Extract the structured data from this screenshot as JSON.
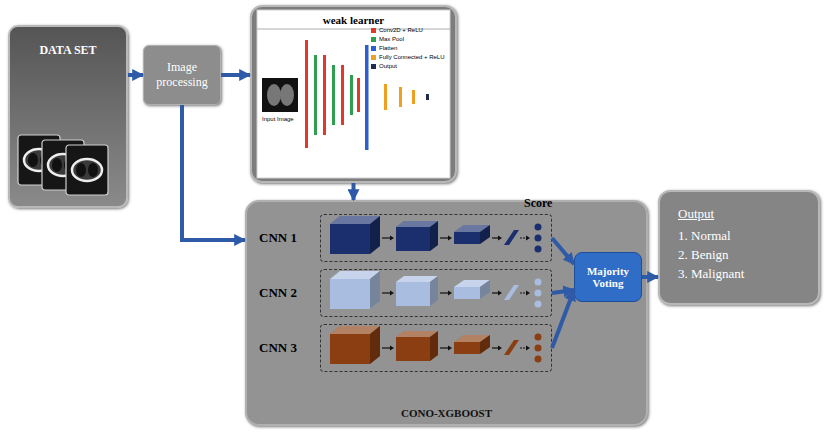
{
  "diagram": {
    "nodes": [
      {
        "text": [
          "DATA SET"
        ]
      },
      {
        "text": [
          "Image processing"
        ]
      },
      {
        "text": [
          "weak learner"
        ]
      },
      {
        "text": [
          "CONO-XGBOOST"
        ]
      },
      {
        "text": [
          "CNN 1"
        ],
        "in": 3
      },
      {
        "text": [
          "CNN 2"
        ],
        "in": 3
      },
      {
        "text": [
          "CNN 3"
        ],
        "in": 3
      },
      {
        "text": [
          "Majority Voting"
        ],
        "in": 3
      },
      {
        "text": [
          "Output",
          "1. Normal",
          "2. Benign",
          "3. Malignant"
        ]
      }
    ],
    "edges": [
      {
        "from": 0,
        "to": 1,
        "arrow": "to"
      },
      {
        "from": 1,
        "to": 2,
        "arrow": "to"
      },
      {
        "from": 2,
        "to": 3,
        "arrow": "to"
      },
      {
        "from": 1,
        "to": 3,
        "arrow": "to"
      },
      {
        "from": 4,
        "to": 7,
        "arrow": "to"
      },
      {
        "from": 5,
        "to": 7,
        "arrow": "to"
      },
      {
        "from": 6,
        "to": 7,
        "arrow": "to"
      },
      {
        "from": 7,
        "to": 8,
        "arrow": "to"
      }
    ],
    "labels": [
      "Input Image",
      "Score"
    ],
    "legend": [
      {
        "text": "Conv2D + ReLU",
        "color": "#e0392b"
      },
      {
        "text": "Max Pool",
        "color": "#2e9e4f"
      },
      {
        "text": "Flatten",
        "color": "#2b5fd0"
      },
      {
        "text": "Fully Connected + ReLU",
        "color": "#f0a020"
      },
      {
        "text": "Output",
        "color": "#1f2d50"
      }
    ]
  }
}
